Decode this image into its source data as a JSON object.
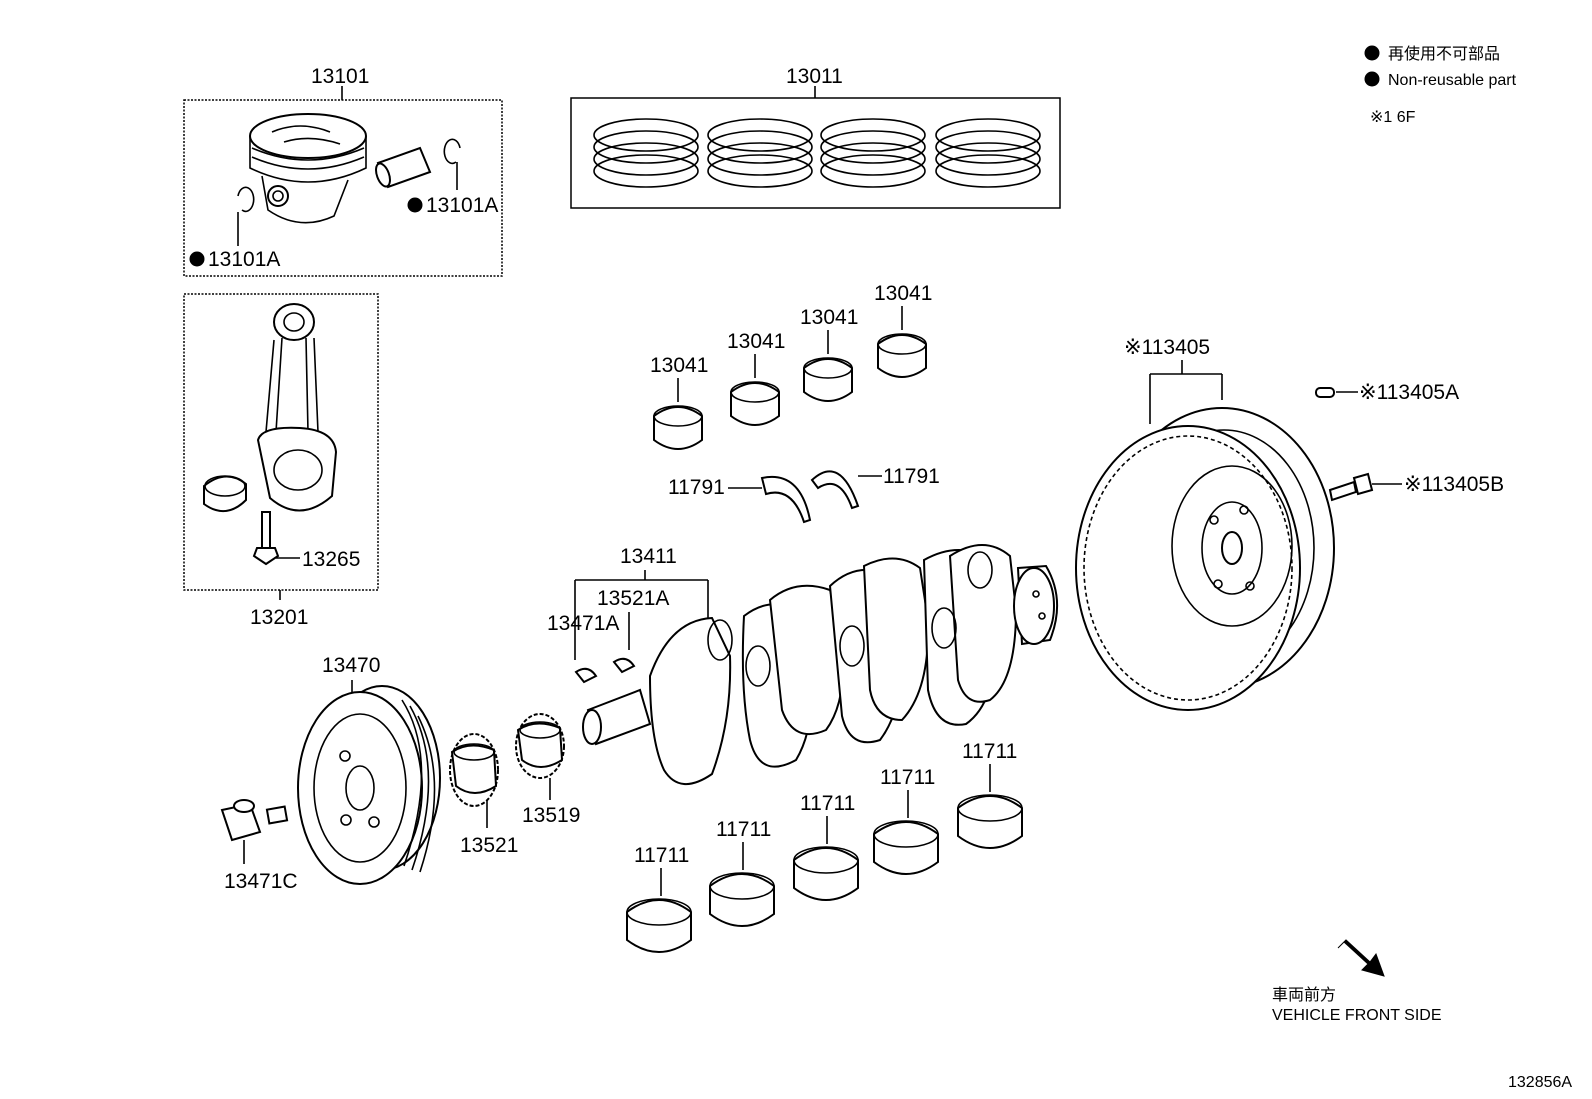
{
  "legend": {
    "jp_label": "再使用不可部品",
    "en_label": "Non-reusable part",
    "note": "※1 6F"
  },
  "direction": {
    "jp_label": "車両前方",
    "en_label": "VEHICLE FRONT SIDE"
  },
  "diagram_id": "132856A",
  "parts": {
    "piston_set": "13101",
    "piston_pin_clip_right": "13101A",
    "piston_pin_clip_left": "13101A",
    "piston_ring_set": "13011",
    "connecting_rod": "13201",
    "rod_bolt": "13265",
    "rod_bearing_1": "13041",
    "rod_bearing_2": "13041",
    "rod_bearing_3": "13041",
    "rod_bearing_4": "13041",
    "thrust_washer_left": "11791",
    "thrust_washer_right": "11791",
    "crankshaft": "13411",
    "crank_key_a": "13521A",
    "crank_key_b": "13471A",
    "flywheel": "※113405",
    "flywheel_pin": "※113405A",
    "flywheel_bolt": "※113405B",
    "pulley": "13470",
    "pulley_bolt": "13471C",
    "crank_timing_gear": "13521",
    "crank_sprocket": "13519",
    "main_bearing_1": "11711",
    "main_bearing_2": "11711",
    "main_bearing_3": "11711",
    "main_bearing_4": "11711",
    "main_bearing_5": "11711"
  }
}
